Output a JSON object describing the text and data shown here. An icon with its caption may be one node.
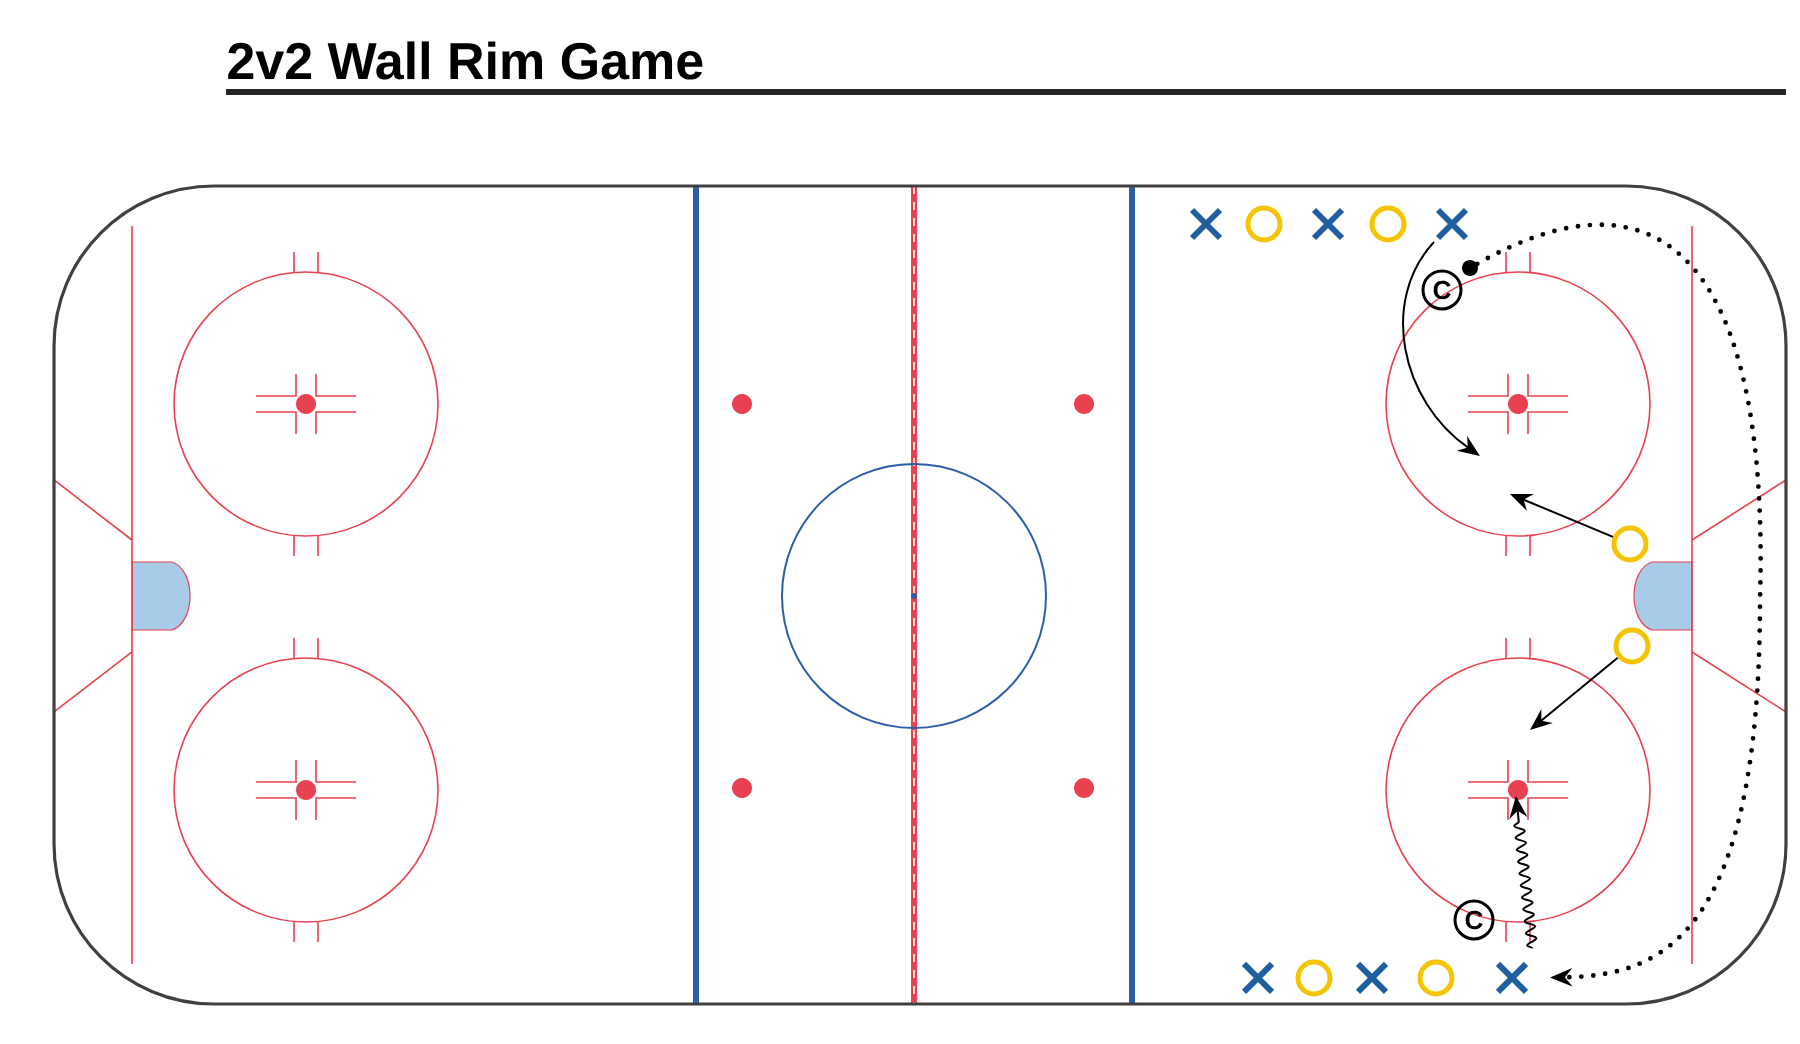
{
  "diagram": {
    "title": "2v2 Wall Rim Game",
    "nodes": [
      {
        "text": [],
        "shape": "cross"
      },
      {
        "text": [],
        "shape": "circle"
      },
      {
        "text": [],
        "shape": "cross"
      },
      {
        "text": [],
        "shape": "circle"
      },
      {
        "text": [],
        "shape": "cross"
      },
      {
        "text": [
          "C"
        ]
      },
      {
        "text": [],
        "shape": "dot"
      },
      {
        "text": [],
        "shape": "circle"
      },
      {
        "text": [],
        "shape": "circle"
      },
      {
        "text": [
          "C"
        ]
      },
      {
        "text": [],
        "shape": "cross"
      },
      {
        "text": [],
        "shape": "circle"
      },
      {
        "text": [],
        "shape": "cross"
      },
      {
        "text": [],
        "shape": "circle"
      },
      {
        "text": [],
        "shape": "cross"
      }
    ],
    "edges": [
      {
        "from": 4,
        "to": null,
        "arrow": "to"
      },
      {
        "from": 7,
        "to": null,
        "arrow": "to"
      },
      {
        "from": 8,
        "to": null,
        "arrow": "to"
      },
      {
        "from": 9,
        "to": null,
        "arrow": "to"
      },
      {
        "from": 6,
        "to": 14,
        "arrow": "to",
        "style": "dashed"
      }
    ]
  }
}
